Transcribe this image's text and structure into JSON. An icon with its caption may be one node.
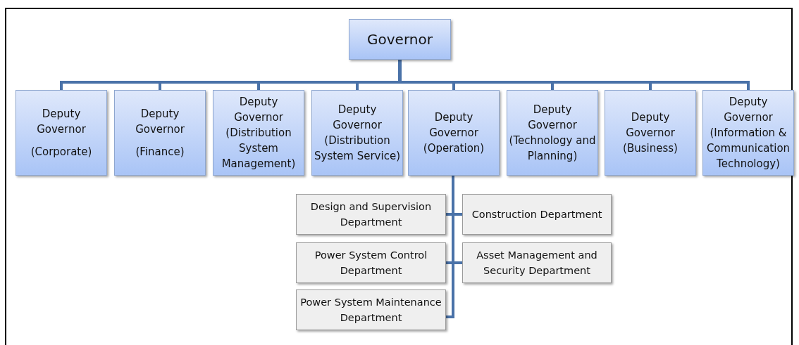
{
  "diagram": {
    "nodes": [
      {
        "text": [
          "Governor"
        ]
      },
      {
        "text": [
          "Deputy Governor",
          "(Corporate)"
        ]
      },
      {
        "text": [
          "Deputy Governor",
          "(Finance)"
        ]
      },
      {
        "text": [
          "Deputy Governor (Distribution System Management)"
        ]
      },
      {
        "text": [
          "Deputy Governor (Distribution System Service)"
        ]
      },
      {
        "text": [
          "Deputy Governor (Operation)"
        ]
      },
      {
        "text": [
          "Deputy Governor (Technology and Planning)"
        ]
      },
      {
        "text": [
          "Deputy Governor (Business)"
        ]
      },
      {
        "text": [
          "Deputy Governor (Information & Communication Technology)"
        ]
      },
      {
        "text": [
          "Design and Supervision Department"
        ]
      },
      {
        "text": [
          "Construction  Department"
        ]
      },
      {
        "text": [
          "Power System Control Department"
        ]
      },
      {
        "text": [
          "Asset Management and Security Department"
        ]
      },
      {
        "text": [
          "Power System Maintenance Department"
        ]
      }
    ],
    "edges": [
      {
        "from": 0,
        "to": 1,
        "arrow": "none"
      },
      {
        "from": 0,
        "to": 2,
        "arrow": "none"
      },
      {
        "from": 0,
        "to": 3,
        "arrow": "none"
      },
      {
        "from": 0,
        "to": 4,
        "arrow": "none"
      },
      {
        "from": 0,
        "to": 5,
        "arrow": "none"
      },
      {
        "from": 0,
        "to": 6,
        "arrow": "none"
      },
      {
        "from": 0,
        "to": 7,
        "arrow": "none"
      },
      {
        "from": 0,
        "to": 8,
        "arrow": "none"
      },
      {
        "from": 5,
        "to": 9,
        "arrow": "none"
      },
      {
        "from": 5,
        "to": 10,
        "arrow": "none"
      },
      {
        "from": 5,
        "to": 11,
        "arrow": "none"
      },
      {
        "from": 5,
        "to": 12,
        "arrow": "none"
      },
      {
        "from": 5,
        "to": 13,
        "arrow": "none"
      }
    ]
  }
}
